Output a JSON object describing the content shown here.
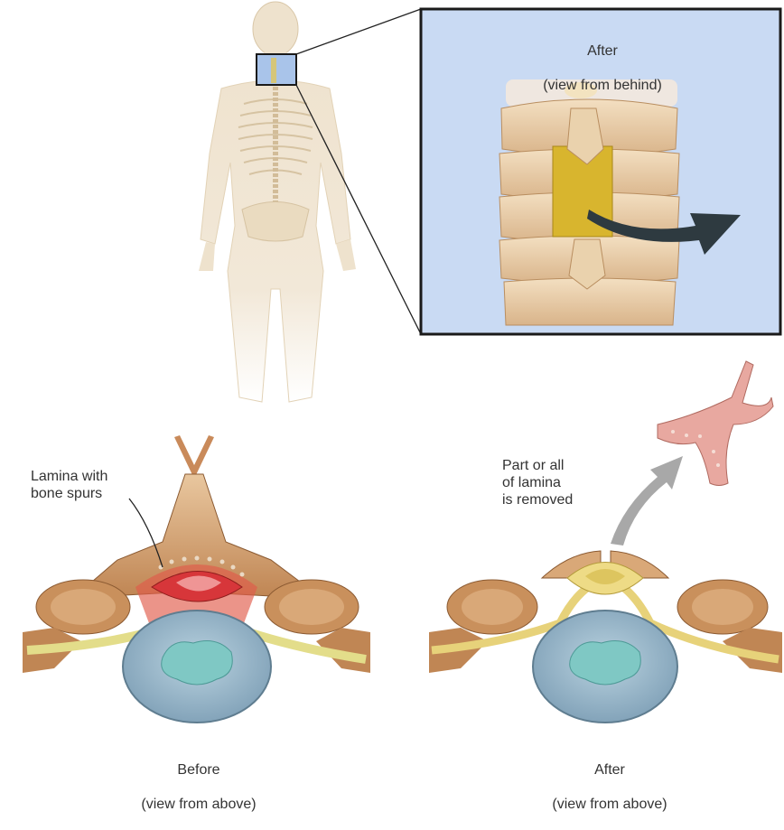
{
  "inset": {
    "title_line1": "After",
    "title_line2": "(view from behind)"
  },
  "before": {
    "caption_line1": "Before",
    "caption_line2": "(view from above)",
    "callout": "Lamina with\nbone spurs"
  },
  "after": {
    "caption_line1": "After",
    "caption_line2": "(view from above)",
    "callout": "Part or all\nof lamina\nis removed"
  },
  "colors": {
    "inset_background": "#c9daf3",
    "bone": "#d9a878",
    "disc": "#9fbdd0",
    "nucleus": "#7fc8c4",
    "spinal_cord": "#e7d27a",
    "inflamed": "#d7363a",
    "arrow_dark": "#2e3a40",
    "arrow_gray": "#a8a8a8"
  }
}
